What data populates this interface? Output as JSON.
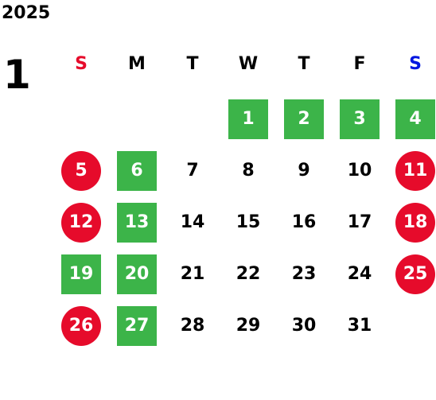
{
  "year": "2025",
  "month": "1",
  "weekdays": [
    {
      "label": "S",
      "color": "#e60b2b"
    },
    {
      "label": "M",
      "color": "#000000"
    },
    {
      "label": "T",
      "color": "#000000"
    },
    {
      "label": "W",
      "color": "#000000"
    },
    {
      "label": "T",
      "color": "#000000"
    },
    {
      "label": "F",
      "color": "#000000"
    },
    {
      "label": "S",
      "color": "#0016e0"
    }
  ],
  "colors": {
    "holiday_circle": "#e60b2b",
    "highlight_square": "#3cb449"
  },
  "first_weekday": 3,
  "days": [
    {
      "day": "1",
      "style": "square"
    },
    {
      "day": "2",
      "style": "square"
    },
    {
      "day": "3",
      "style": "square"
    },
    {
      "day": "4",
      "style": "square"
    },
    {
      "day": "5",
      "style": "circle"
    },
    {
      "day": "6",
      "style": "square"
    },
    {
      "day": "7",
      "style": "plain"
    },
    {
      "day": "8",
      "style": "plain"
    },
    {
      "day": "9",
      "style": "plain"
    },
    {
      "day": "10",
      "style": "plain"
    },
    {
      "day": "11",
      "style": "circle"
    },
    {
      "day": "12",
      "style": "circle"
    },
    {
      "day": "13",
      "style": "square"
    },
    {
      "day": "14",
      "style": "plain"
    },
    {
      "day": "15",
      "style": "plain"
    },
    {
      "day": "16",
      "style": "plain"
    },
    {
      "day": "17",
      "style": "plain"
    },
    {
      "day": "18",
      "style": "circle"
    },
    {
      "day": "19",
      "style": "square"
    },
    {
      "day": "20",
      "style": "square"
    },
    {
      "day": "21",
      "style": "plain"
    },
    {
      "day": "22",
      "style": "plain"
    },
    {
      "day": "23",
      "style": "plain"
    },
    {
      "day": "24",
      "style": "plain"
    },
    {
      "day": "25",
      "style": "circle"
    },
    {
      "day": "26",
      "style": "circle"
    },
    {
      "day": "27",
      "style": "square"
    },
    {
      "day": "28",
      "style": "plain"
    },
    {
      "day": "29",
      "style": "plain"
    },
    {
      "day": "30",
      "style": "plain"
    },
    {
      "day": "31",
      "style": "plain"
    }
  ]
}
